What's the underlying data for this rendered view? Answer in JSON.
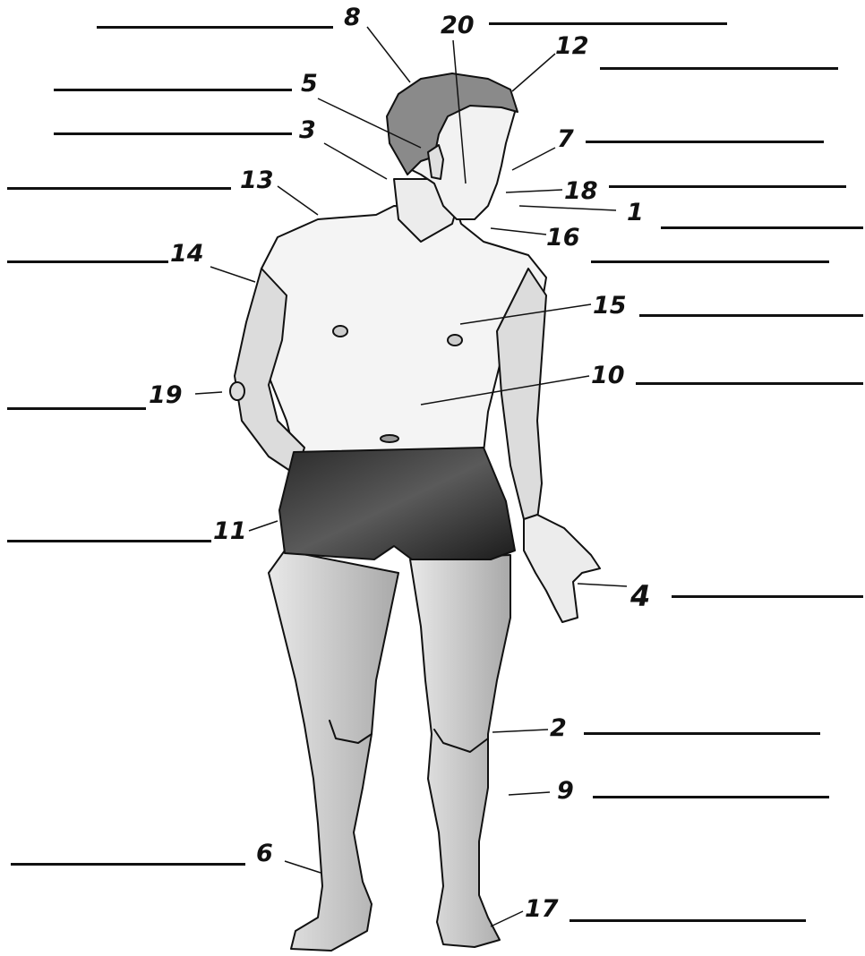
{
  "diagram": {
    "labels": [
      {
        "id": "8",
        "text": "8"
      },
      {
        "id": "20",
        "text": "20"
      },
      {
        "id": "12",
        "text": "12"
      },
      {
        "id": "5",
        "text": "5"
      },
      {
        "id": "3",
        "text": "3"
      },
      {
        "id": "7",
        "text": "7"
      },
      {
        "id": "13",
        "text": "13"
      },
      {
        "id": "18",
        "text": "18"
      },
      {
        "id": "1",
        "text": "1"
      },
      {
        "id": "16",
        "text": "16"
      },
      {
        "id": "14",
        "text": "14"
      },
      {
        "id": "15",
        "text": "15"
      },
      {
        "id": "10",
        "text": "10"
      },
      {
        "id": "19",
        "text": "19"
      },
      {
        "id": "11",
        "text": "11"
      },
      {
        "id": "4",
        "text": "4"
      },
      {
        "id": "2",
        "text": "2"
      },
      {
        "id": "9",
        "text": "9"
      },
      {
        "id": "6",
        "text": "6"
      },
      {
        "id": "17",
        "text": "17"
      }
    ]
  },
  "colors": {
    "ink": "#111111",
    "skin_shade": "#b8b8b8",
    "shorts": "#3a3a3a"
  }
}
